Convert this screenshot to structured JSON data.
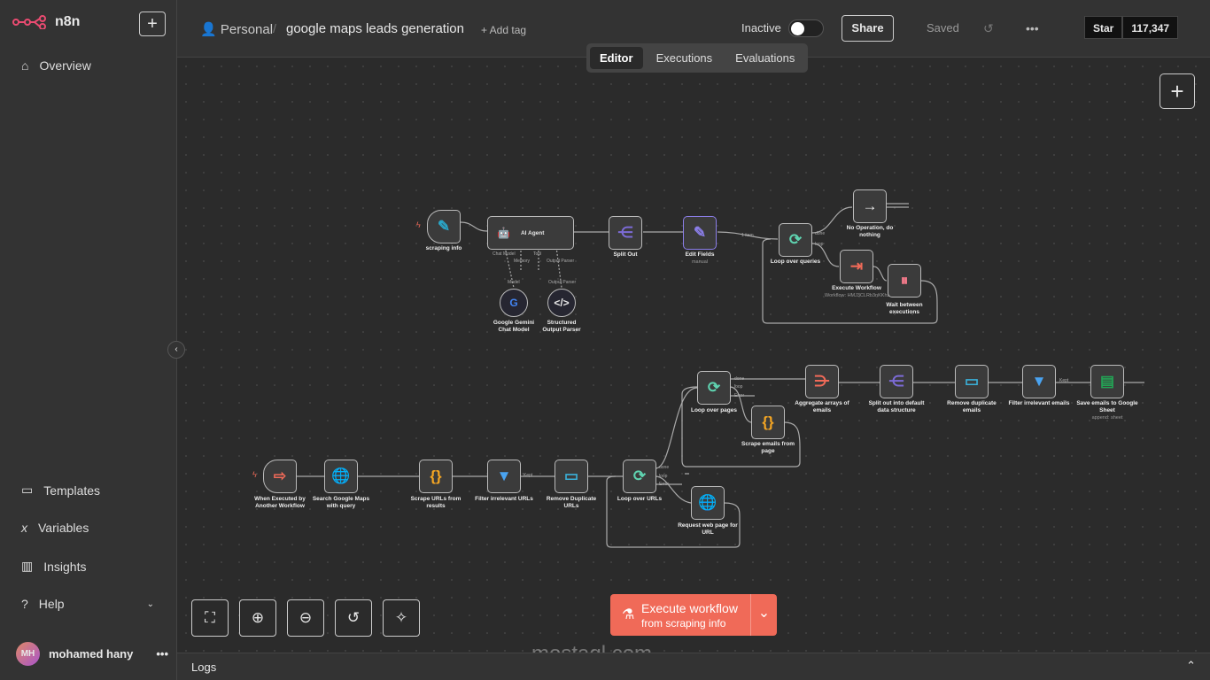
{
  "app": {
    "name": "n8n"
  },
  "sidebar": {
    "items": [
      {
        "label": "Overview"
      },
      {
        "label": "Templates"
      },
      {
        "label": "Variables"
      },
      {
        "label": "Insights"
      },
      {
        "label": "Help"
      }
    ],
    "user": {
      "initials": "MH",
      "name": "mohamed hany"
    }
  },
  "header": {
    "project": "Personal",
    "separator": "/",
    "title": "google maps leads generation",
    "add_tag": "+ Add tag",
    "status": "Inactive",
    "share": "Share",
    "saved": "Saved",
    "github_star": "Star",
    "github_count": "117,347"
  },
  "tabs": [
    {
      "label": "Editor"
    },
    {
      "label": "Executions"
    },
    {
      "label": "Evaluations"
    }
  ],
  "nodes": {
    "scraping_info": "scraping info",
    "ai_agent": "AI Agent",
    "chat_model": "Chat Model",
    "memory": "Memory",
    "tool": "Tool",
    "output_parser": "Output Parser",
    "model": "Model",
    "split_out": "Split Out",
    "edit_fields": "Edit Fields",
    "edit_fields_sub": "manual",
    "one_item": "1 item",
    "loop_queries": "Loop over queries",
    "done": "done",
    "loop": "loop",
    "no_op": "No Operation, do nothing",
    "exec_wf": "Execute Workflow",
    "exec_wf_sub": "Workflow: HMJ3CLRb3nKKhzb",
    "wait": "Wait between executions",
    "gemini": "Google Gemini Chat Model",
    "parser": "Structured Output Parser",
    "when_exec": "When Executed by Another Workflow",
    "search_maps": "Search Google Maps with query",
    "scrape_urls": "Scrape URLs from results",
    "filter_urls": "Filter irrelevant URLs",
    "kept": "Kept",
    "remove_dup_urls": "Remove Duplicate URLs",
    "loop_urls": "Loop over URLs",
    "error": "Error",
    "request_page": "Request web page for URL",
    "loop_pages": "Loop over pages",
    "scrape_emails": "Scrape emails from page",
    "aggregate": "Aggregate arrays of emails",
    "split_default": "Split out into default data structure",
    "remove_dup_emails": "Remove duplicate emails",
    "filter_emails": "Filter irrelevant emails",
    "save_emails": "Save emails to Google Sheet",
    "save_sub": "append: sheet"
  },
  "execute": {
    "label": "Execute workflow",
    "sub": "from scraping info"
  },
  "logs": {
    "label": "Logs"
  },
  "watermark": "mostaql.com"
}
